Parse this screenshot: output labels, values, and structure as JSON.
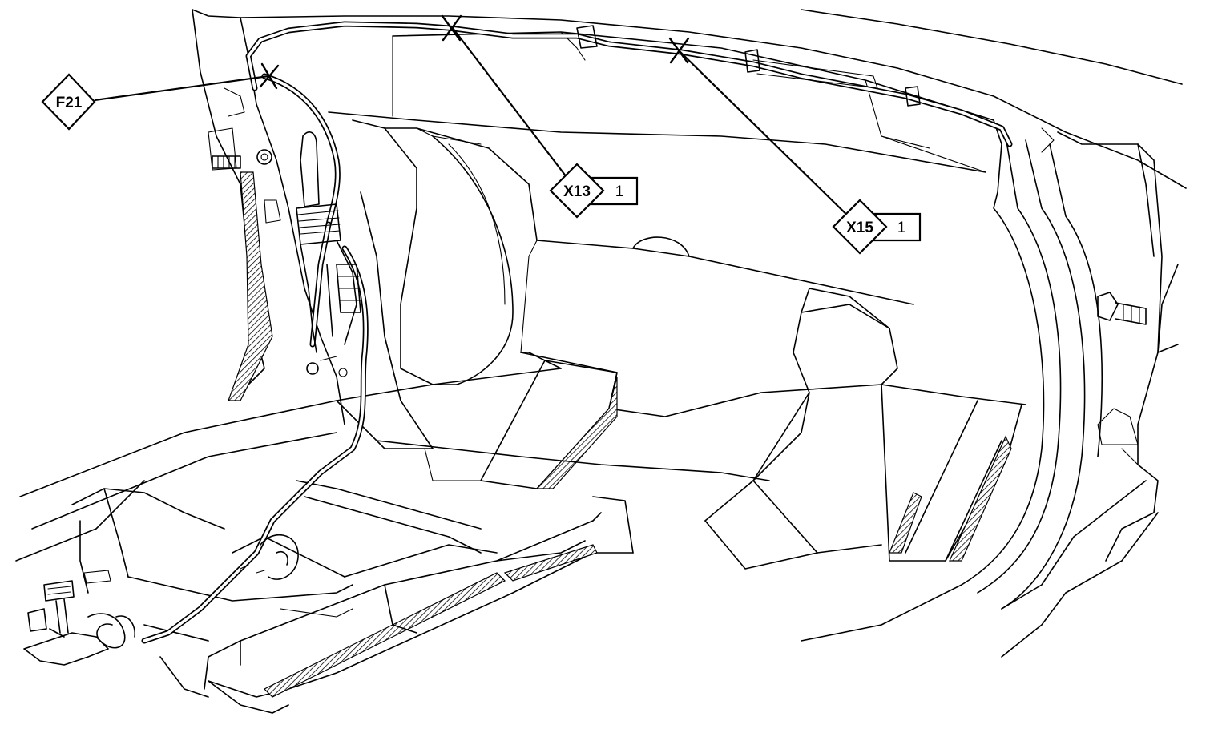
{
  "callouts": [
    {
      "id": "F21",
      "label": "F21",
      "index": ""
    },
    {
      "id": "X13",
      "label": "X13",
      "index": "1"
    },
    {
      "id": "X15",
      "label": "X15",
      "index": "1"
    }
  ],
  "colors": {
    "line": "#000000",
    "background": "#ffffff"
  }
}
